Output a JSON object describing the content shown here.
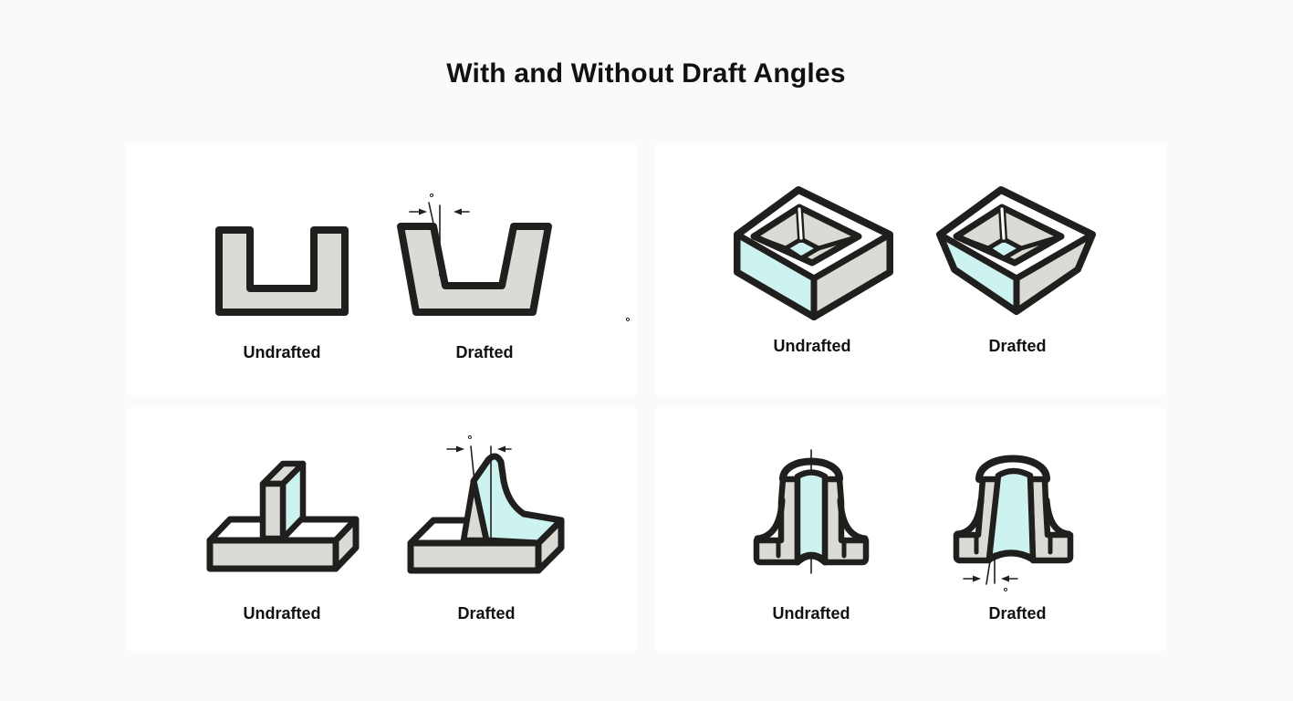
{
  "page": {
    "title": "With and Without Draft Angles"
  },
  "colors": {
    "outline": "#201f1d",
    "fill_gray": "#dbdbd6",
    "fill_cyan": "#cdf3f0",
    "panel_bg": "#ffffff",
    "page_bg": "#fafafa",
    "text": "#111111"
  },
  "panels": [
    {
      "id": "u-channel",
      "left_label": "Undrafted",
      "right_label": "Drafted",
      "degree_symbol": "°",
      "stray_degree_symbol": "°"
    },
    {
      "id": "box-cavity",
      "left_label": "Undrafted",
      "right_label": "Drafted"
    },
    {
      "id": "rib",
      "left_label": "Undrafted",
      "right_label": "Drafted",
      "degree_symbol": "°"
    },
    {
      "id": "boss-hole",
      "left_label": "Undrafted",
      "right_label": "Drafted",
      "degree_symbol": "°"
    }
  ]
}
